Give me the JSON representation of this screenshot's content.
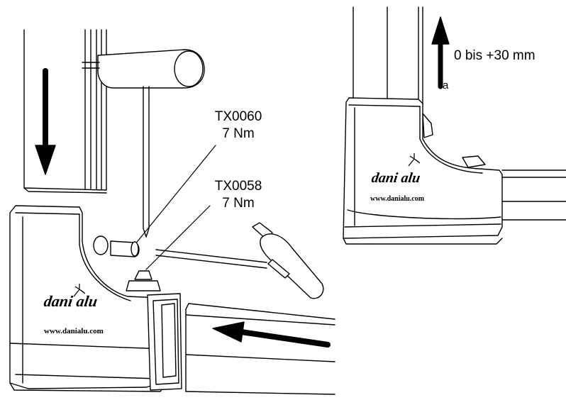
{
  "callouts": {
    "screw_1_code": "TX0060",
    "screw_1_torque": "7 Nm",
    "screw_2_code": "TX0058",
    "screw_2_torque": "7 Nm"
  },
  "adjustment": {
    "range_label": "0 bis +30 mm",
    "marker_letter": "a"
  },
  "branding": {
    "logo_text": "dani alu",
    "website": "www.danialu.com"
  },
  "icons": {
    "push_down": "arrow-down-icon",
    "push_left": "arrow-left-icon",
    "lift_up": "arrow-up-icon"
  }
}
